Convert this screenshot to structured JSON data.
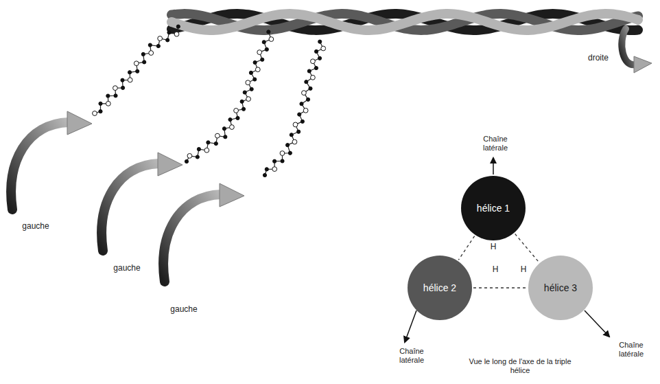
{
  "diagram": {
    "nodes": [
      {
        "text": [
          "hélice 1"
        ]
      },
      {
        "text": [
          "hélice 2"
        ]
      },
      {
        "text": [
          "hélice 3"
        ]
      }
    ],
    "edges": [
      {
        "from": 0,
        "to": 1,
        "arrow": "none"
      },
      {
        "from": 0,
        "to": 2,
        "arrow": "none"
      },
      {
        "from": 1,
        "to": 2,
        "arrow": "none"
      }
    ],
    "labels": [
      "droite",
      "gauche",
      "gauche",
      "gauche",
      "Chaîne latérale",
      "Chaîne latérale",
      "Chaîne latérale",
      "H",
      "H",
      "H",
      "Vue le long de l'axe de la triple hélice"
    ]
  }
}
